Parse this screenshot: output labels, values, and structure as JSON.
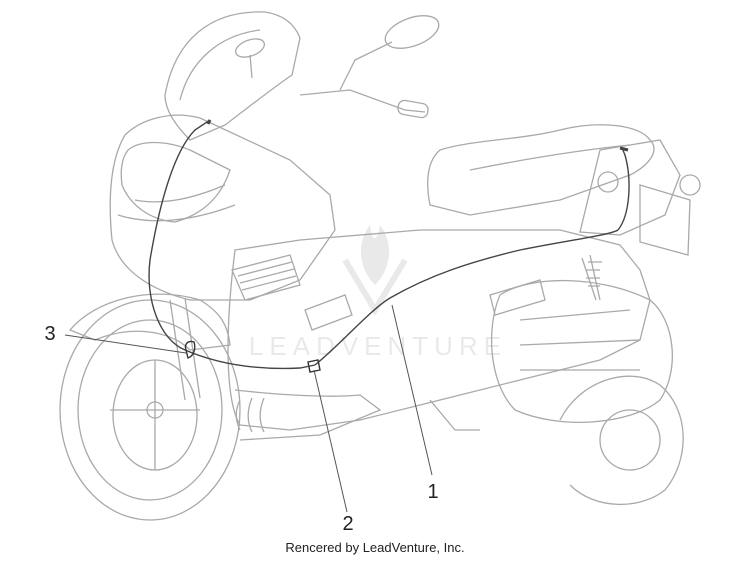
{
  "callouts": [
    {
      "id": "1",
      "label": "1"
    },
    {
      "id": "2",
      "label": "2"
    },
    {
      "id": "3",
      "label": "3"
    }
  ],
  "watermark": "LEADVENTURE",
  "footer": {
    "credit": "Rencered by LeadVenture, Inc."
  },
  "colors": {
    "outline": "#a9a9a9",
    "cable": "#444444",
    "leader": "#555555",
    "text": "#222222"
  }
}
